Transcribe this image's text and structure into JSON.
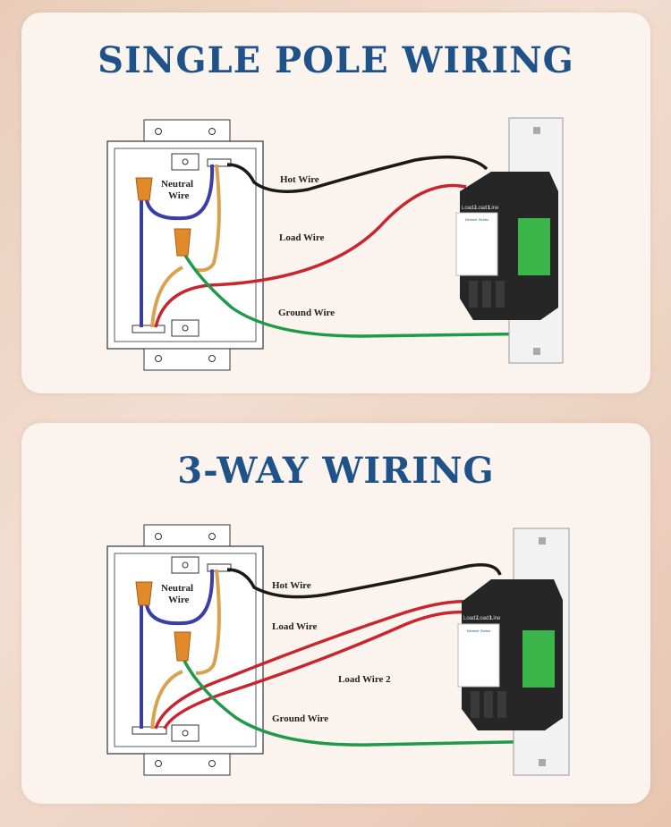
{
  "colors": {
    "title": "#1f5289",
    "hot": "#1a1a1a",
    "load": "#c8262e",
    "ground": "#1f9a4a",
    "neutral": "#3a3fa8",
    "tan": "#d8a24f",
    "wirenut": "#e08a2a",
    "switch_body": "#262626",
    "switch_label": "#39b54a"
  },
  "single_pole": {
    "title": "SINGLE POLE WIRING",
    "neutral_label_1": "Neutral",
    "neutral_label_2": "Wire",
    "hot_label": "Hot Wire",
    "load_label": "Load Wire",
    "ground_label": "Ground Wire",
    "terminals": [
      "Load2",
      "Load1",
      "Line"
    ],
    "sticker_title": "Dimmer Series"
  },
  "three_way": {
    "title": "3-WAY WIRING",
    "neutral_label_1": "Neutral",
    "neutral_label_2": "Wire",
    "hot_label": "Hot Wire",
    "load_label": "Load Wire",
    "load2_label": "Load Wire 2",
    "ground_label": "Ground Wire",
    "terminals": [
      "Load2",
      "Load1",
      "Line"
    ],
    "sticker_title": "Dimmer Series"
  }
}
